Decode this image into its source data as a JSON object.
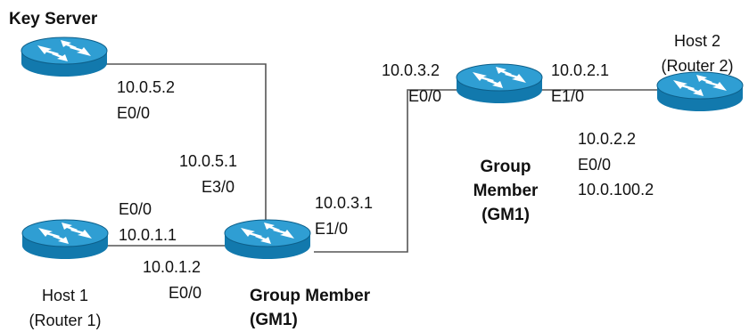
{
  "devices": {
    "key_server": {
      "name": "Key Server",
      "ip": "10.0.5.2",
      "interface": "E0/0"
    },
    "host1": {
      "name_line1": "Host 1",
      "name_line2": "(Router 1)",
      "upper_interface": "E0/0",
      "upper_ip": "10.0.1.1"
    },
    "gm1_center": {
      "name_line1": "Group Member",
      "name_line2": "(GM1)",
      "ks_side_ip": "10.0.5.1",
      "ks_side_interface": "E3/0",
      "host_side_ip": "10.0.1.2",
      "host_side_interface": "E0/0",
      "right_ip": "10.0.3.1",
      "right_interface": "E1/0"
    },
    "gm1_right": {
      "name_line1": "Group",
      "name_line2": "Member",
      "name_line3": "(GM1)",
      "left_ip": "10.0.3.2",
      "left_interface": "E0/0",
      "right_ip": "10.0.2.1",
      "right_interface": "E1/0"
    },
    "host2": {
      "name_line1": "Host 2",
      "name_line2": "(Router 2)",
      "ip": "10.0.2.2",
      "interface": "E0/0",
      "loopback_ip": "10.0.100.2"
    }
  },
  "colors": {
    "router_top": "#2f9ed3",
    "router_side": "#1279ad",
    "router_rim": "#0d5f8a",
    "arrow": "#ffffff",
    "link": "#555555"
  }
}
